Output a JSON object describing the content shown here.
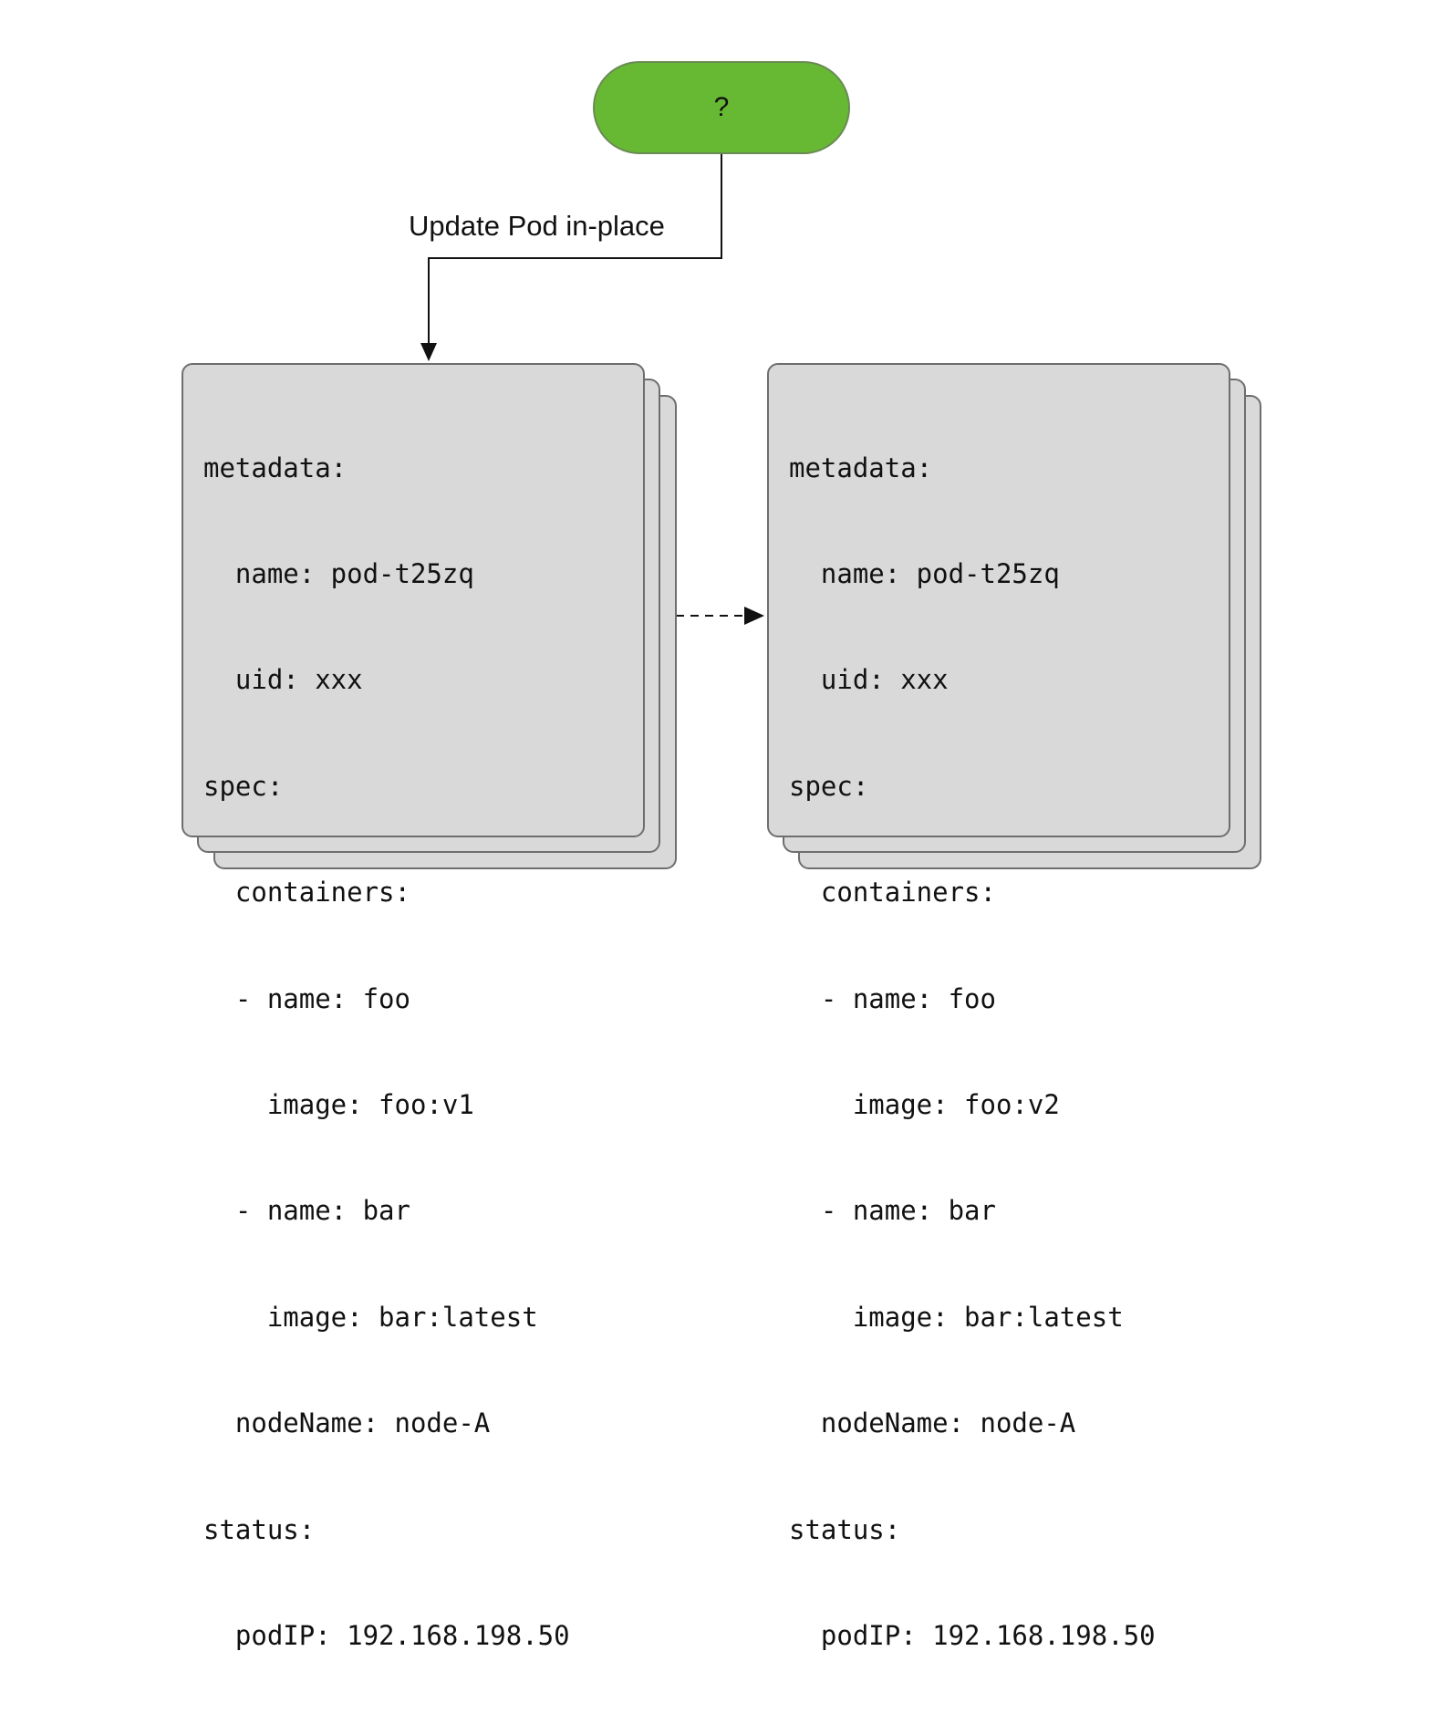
{
  "terminal": {
    "label": "?",
    "fill_color": "#67b934"
  },
  "edge": {
    "label": "Update Pod in-place"
  },
  "pods": [
    {
      "lines": [
        "metadata:",
        "  name: pod-t25zq",
        "  uid: xxx",
        "spec:",
        "  containers:",
        "  - name: foo",
        "    image: foo:v1",
        "  - name: bar",
        "    image: bar:latest",
        "  nodeName: node-A",
        "status:",
        "  podIP: 192.168.198.50"
      ]
    },
    {
      "lines": [
        "metadata:",
        "  name: pod-t25zq",
        "  uid: xxx",
        "spec:",
        "  containers:",
        "  - name: foo",
        "    image: foo:v2",
        "  - name: bar",
        "    image: bar:latest",
        "  nodeName: node-A",
        "status:",
        "  podIP: 192.168.198.50"
      ]
    }
  ],
  "colors": {
    "card_fill": "#d9d9d9",
    "card_border": "#6e6e6e"
  }
}
